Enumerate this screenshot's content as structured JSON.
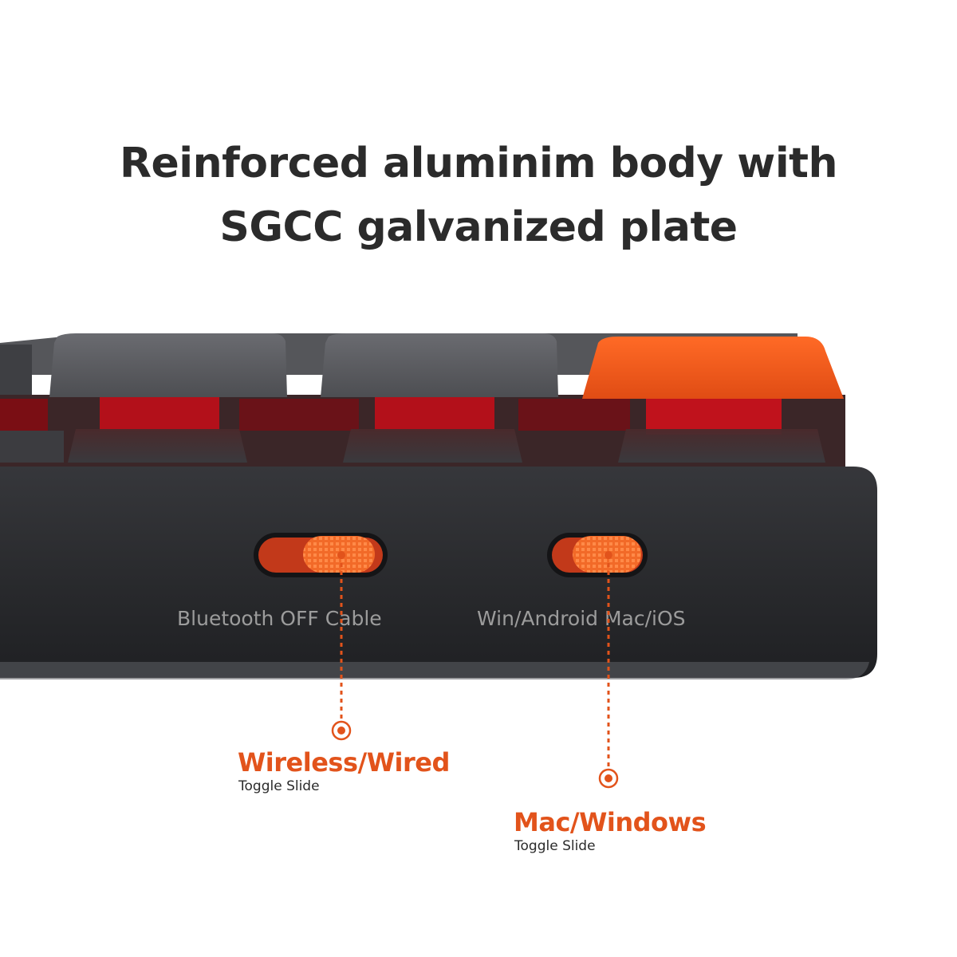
{
  "headline": {
    "line1": "Reinforced aluminim body with",
    "line2": "SGCC galvanized plate"
  },
  "engravings": {
    "left_switch": "Bluetooth OFF Cable",
    "right_switch": "Win/Android Mac/iOS"
  },
  "callouts": [
    {
      "title": "Wireless/Wired",
      "subtitle": "Toggle Slide"
    },
    {
      "title": "Mac/Windows",
      "subtitle": "Toggle Slide"
    }
  ],
  "colors": {
    "accent": "#e2531b",
    "keycap_grey": "#5f6064",
    "keycap_orange": "#f15a1f",
    "switch_red": "#b3101a",
    "body": "#2a2b2e",
    "headline": "#2b2b2b"
  }
}
